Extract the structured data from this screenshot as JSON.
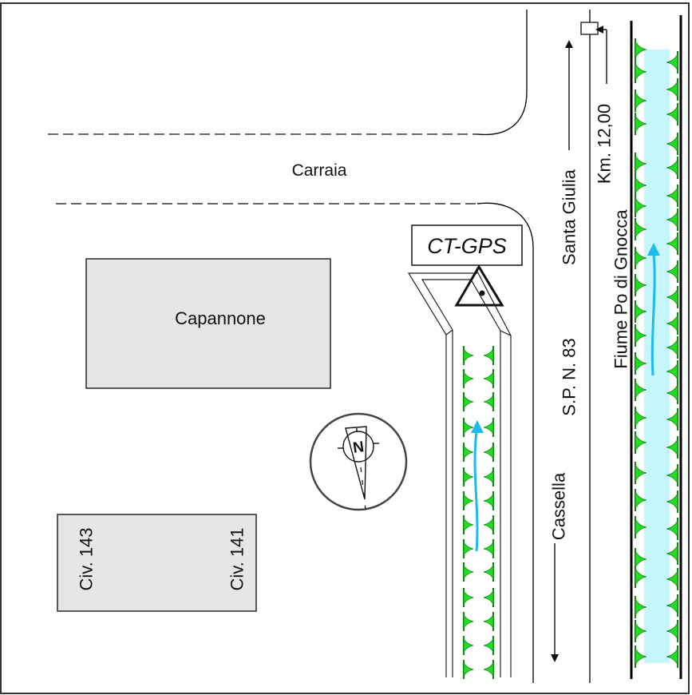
{
  "labels": {
    "carraia": "Carraia",
    "ct_gps": "CT-GPS",
    "capannone": "Capannone",
    "civ_143": "Civ. 143",
    "civ_141": "Civ. 141",
    "santa_giulia": "Santa Giulia",
    "road_number": "S.P. N. 83",
    "cassella": "Cassella",
    "km_marker": "Km. 12,00",
    "river": "Fiume Po di Gnocca",
    "compass_north": "N"
  },
  "icons": {
    "compass": "north-compass-icon",
    "station": "triangle-station-icon",
    "vegetation": "reed-vegetation-icon",
    "flow": "water-flow-arrow-icon",
    "direction": "direction-arrow-icon"
  },
  "colors": {
    "vegetation": "#22dd22",
    "vegetation_stroke": "#118a11",
    "water": "#c6f6fb",
    "flow_arrow": "#1cbcf0",
    "building_fill": "#e6e6e6",
    "line": "#111111"
  }
}
